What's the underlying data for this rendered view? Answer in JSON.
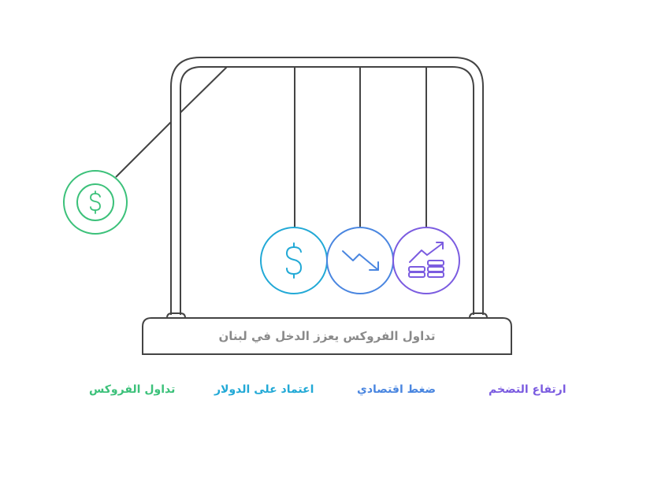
{
  "title": "تداول الفروكس يعزز الدخل في لبنان",
  "colors": {
    "frame": "#444444",
    "forex": "#3cc17a",
    "dollar": "#22a9d6",
    "pressure": "#4a86e0",
    "inflation": "#7b5ce0",
    "title_text": "#8a8a8a"
  },
  "balls": [
    {
      "id": "forex",
      "icon": "dollar-icon",
      "label": "تداول الفروكس",
      "color": "#3cc17a",
      "state": "raised"
    },
    {
      "id": "dollar",
      "icon": "dollar-icon",
      "label": "اعتماد على الدولار",
      "color": "#22a9d6",
      "state": "hanging"
    },
    {
      "id": "pressure",
      "icon": "trending-down-icon",
      "label": "ضغط اقتصادي",
      "color": "#4a86e0",
      "state": "hanging"
    },
    {
      "id": "inflation",
      "icon": "coins-rising-icon",
      "label": "ارتفاع التضخم",
      "color": "#7b5ce0",
      "state": "hanging"
    }
  ],
  "legend": [
    {
      "label": "تداول الفروكس",
      "color": "#3cc17a"
    },
    {
      "label": "اعتماد على الدولار",
      "color": "#22a9d6"
    },
    {
      "label": "ضغط اقتصادي",
      "color": "#4a86e0"
    },
    {
      "label": "ارتفاع التضخم",
      "color": "#7b5ce0"
    }
  ]
}
